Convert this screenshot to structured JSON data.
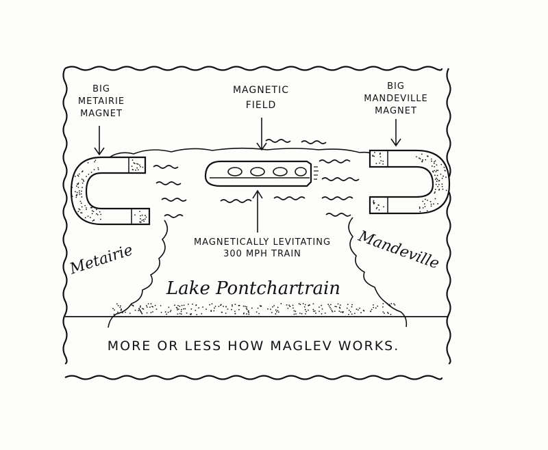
{
  "labels": {
    "metairie_magnet": [
      "BIG",
      "METAIRIE",
      "MAGNET"
    ],
    "magnetic_field": [
      "MAGNETIC",
      "FIELD"
    ],
    "mandeville_magnet": [
      "BIG",
      "MANDEVILLE",
      "MAGNET"
    ],
    "train": [
      "MAGNETICALLY LEVITATING",
      "300 MPH TRAIN"
    ],
    "metairie_town": "Metairie",
    "mandeville_town": "Mandeville",
    "lake": "Lake Pontchartrain"
  },
  "caption": "MORE OR LESS HOW MAGLEV WORKS.",
  "colors": {
    "ink": "#111111",
    "paper": "#fdfdfb"
  }
}
